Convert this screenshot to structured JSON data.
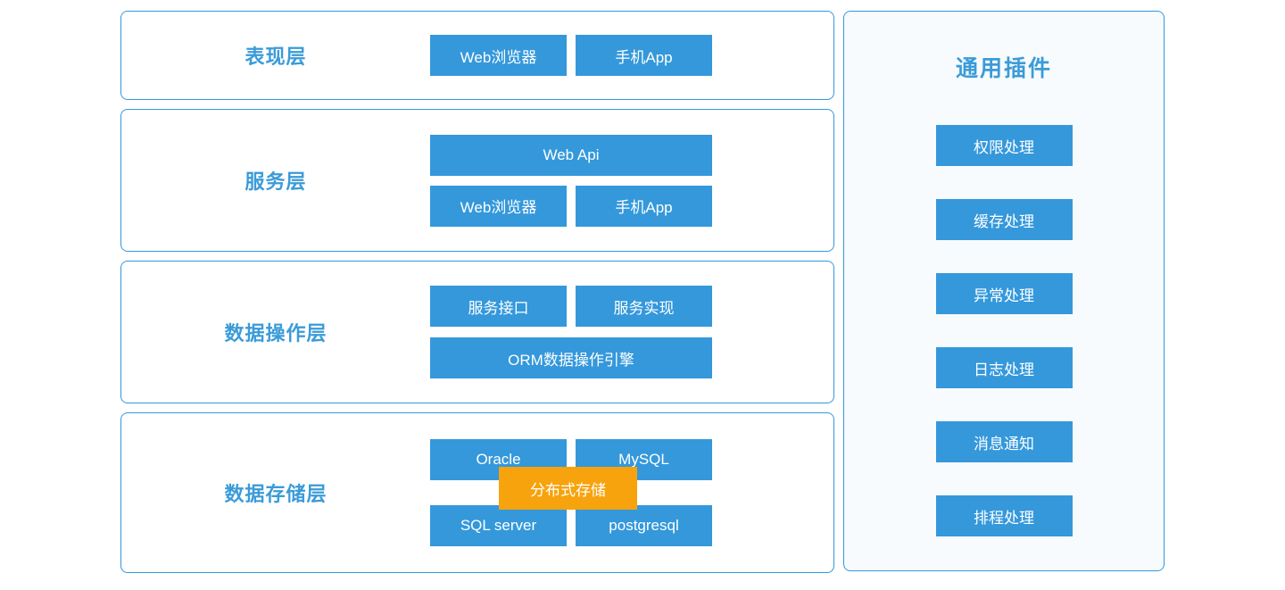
{
  "colors": {
    "node_blue": "#3498db",
    "label_blue": "#3b9bd8",
    "accent_orange": "#f7a30d",
    "panel_background": "#f7fbfe",
    "border_blue": "#3498db"
  },
  "layers": [
    {
      "label": "表现层",
      "rows": [
        [
          "Web浏览器",
          "手机App"
        ]
      ]
    },
    {
      "label": "服务层",
      "rows": [
        [
          "Web Api"
        ],
        [
          "Web浏览器",
          "手机App"
        ]
      ]
    },
    {
      "label": "数据操作层",
      "rows": [
        [
          "服务接口",
          "服务实现"
        ],
        [
          "ORM数据操作引擎"
        ]
      ]
    },
    {
      "label": "数据存储层",
      "rows": [
        [
          "Oracle",
          "MySQL"
        ],
        [
          "SQL server",
          "postgresql"
        ]
      ],
      "overlay": "分布式存储"
    }
  ],
  "plugins": {
    "title": "通用插件",
    "items": [
      "权限处理",
      "缓存处理",
      "异常处理",
      "日志处理",
      "消息通知",
      "排程处理"
    ]
  }
}
